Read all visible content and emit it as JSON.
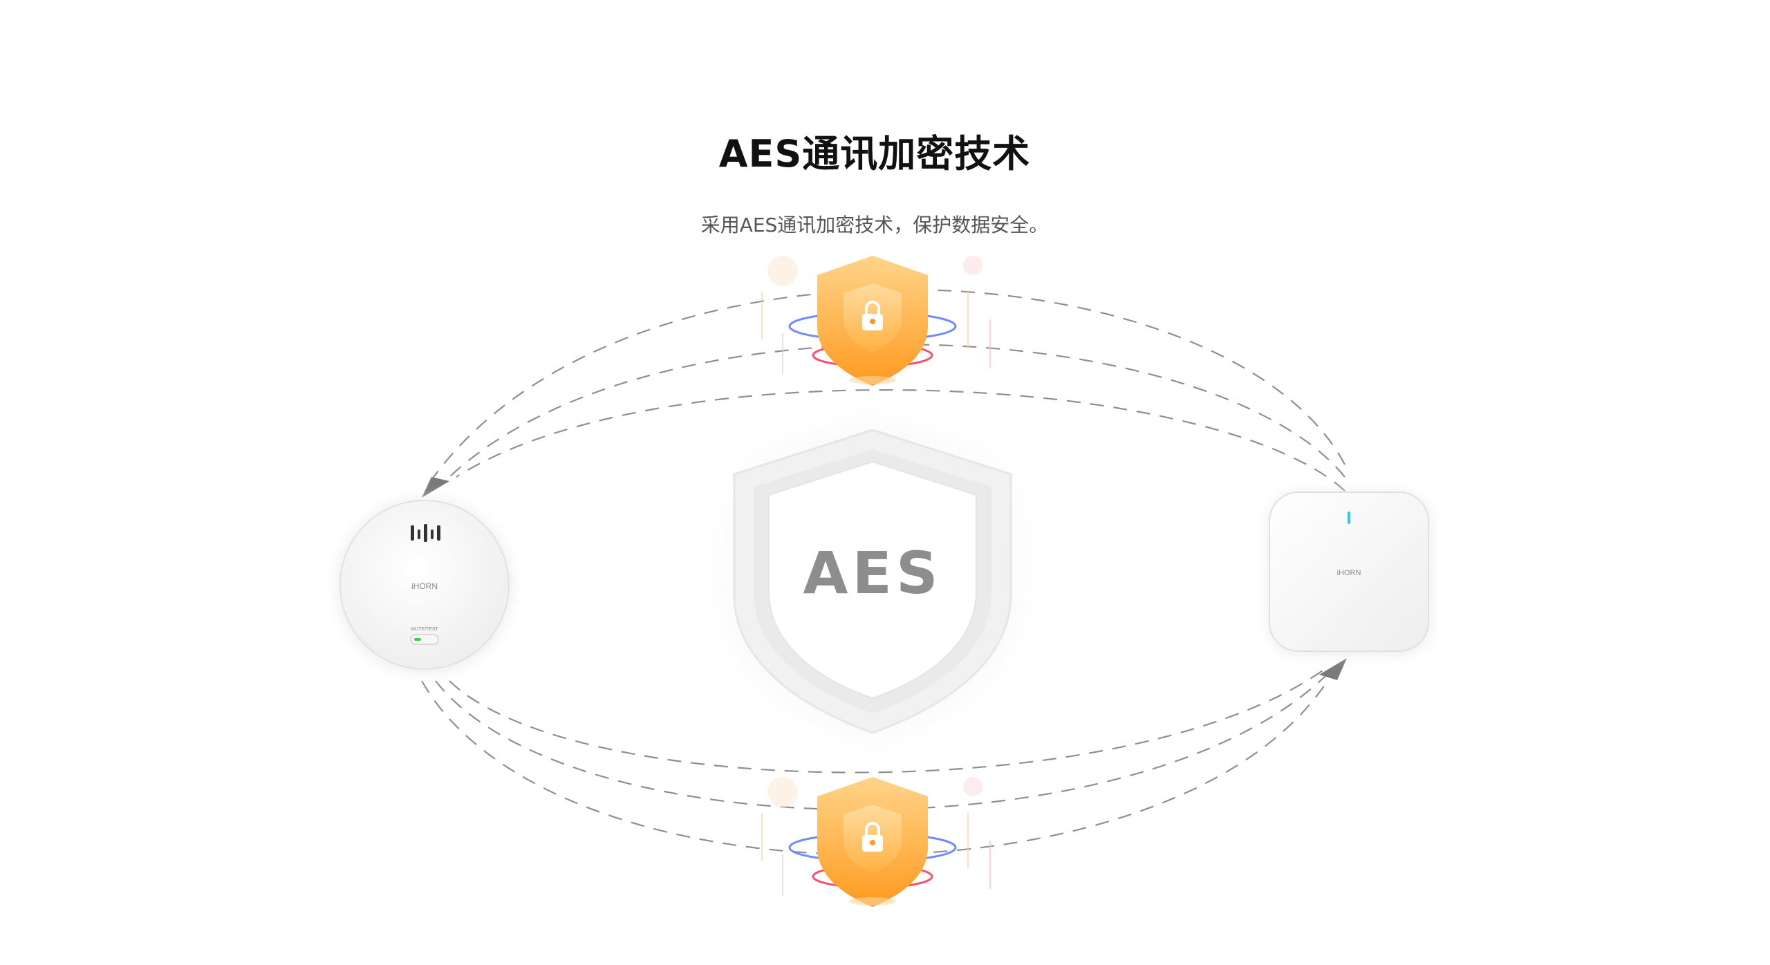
{
  "header": {
    "title": "AES通讯加密技术",
    "subtitle": "采用AES通讯加密技术，保护数据安全。"
  },
  "center_shield": {
    "label": "AES"
  },
  "left_device": {
    "brand": "iHORN",
    "button_label": "MUTE/TEST"
  },
  "right_device": {
    "brand": "iHORN"
  },
  "colors": {
    "lock_shield_top": "#ffcf7a",
    "lock_shield_bottom": "#ff9a1f",
    "ring_blue": "#6f8cff",
    "ring_red": "#ff4d6a",
    "path_dash": "#8f8f8f",
    "led_green": "#3ad14a",
    "led_cyan": "#25d0e6"
  },
  "icons": [
    "lock-icon",
    "shield-icon",
    "arrow-head-icon",
    "sound-grille-icon"
  ]
}
